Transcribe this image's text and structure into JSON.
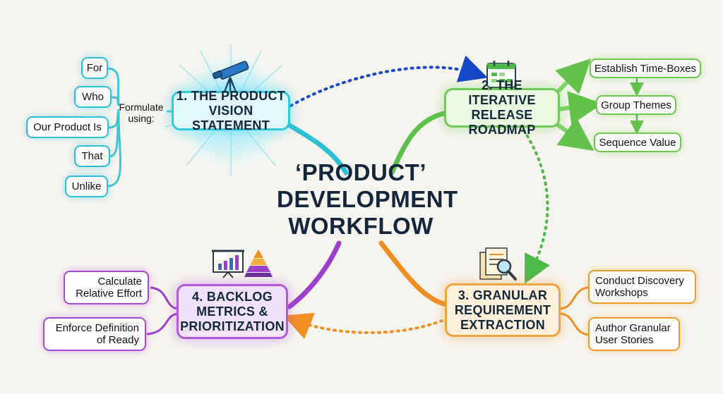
{
  "center": {
    "line1": "‘PRODUCT’",
    "line2": "DEVELOPMENT",
    "line3": "WORKFLOW"
  },
  "vision": {
    "title_line1": "1. THE PRODUCT",
    "title_line2": "VISION STATEMENT",
    "formulate_line1": "Formulate",
    "formulate_line2": "using:",
    "leaves": [
      "For",
      "Who",
      "Our Product Is",
      "That",
      "Unlike"
    ]
  },
  "roadmap": {
    "title_line1": "2. THE ITERATIVE",
    "title_line2": "RELEASE ROADMAP",
    "leaves": [
      "Establish Time-Boxes",
      "Group Themes",
      "Sequence Value"
    ]
  },
  "requirement": {
    "title_line1": "3. GRANULAR",
    "title_line2": "REQUIREMENT",
    "title_line3": "EXTRACTION",
    "leaves": [
      {
        "line1": "Conduct Discovery",
        "line2": "Workshops"
      },
      {
        "line1": "Author Granular",
        "line2": "User Stories"
      }
    ]
  },
  "backlog": {
    "title_line1": "4. BACKLOG",
    "title_line2": "METRICS &",
    "title_line3": "PRIORITIZATION",
    "leaves": [
      {
        "line1": "Calculate",
        "line2": "Relative Effort"
      },
      {
        "line1": "Enforce Definition",
        "line2": "of Ready"
      }
    ]
  },
  "colors": {
    "cyan": "#2fbfd3",
    "green": "#6cc84f",
    "orange": "#ef9a2d",
    "purple": "#a64ad0",
    "blue_arrow": "#1747c9",
    "background": "#f6f4ef"
  },
  "icons": [
    "telescope-icon",
    "calendar-icon",
    "documents-magnifier-icon",
    "chart-presentation-icon",
    "pyramid-icon"
  ]
}
